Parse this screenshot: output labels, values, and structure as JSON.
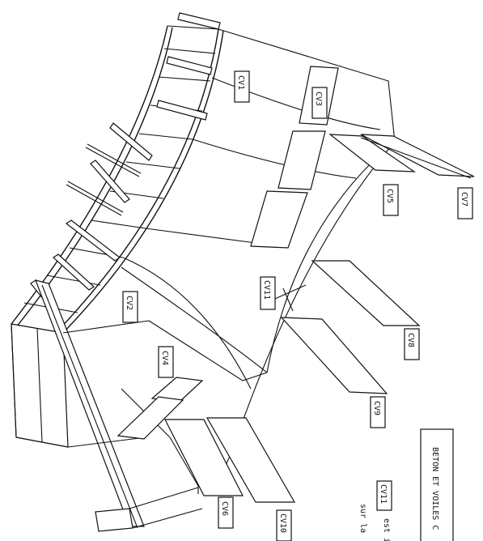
{
  "labels": {
    "cv1": "CV1",
    "cv2": "CV2",
    "cv3": "CV3",
    "cv4": "CV4",
    "cv5": "CV5",
    "cv6": "CV6",
    "cv7": "CV7",
    "cv8": "CV8",
    "cv9": "CV9",
    "cv10": "CV10",
    "cv11": "CV11"
  },
  "legend": {
    "title": "BETON ET VOILES C",
    "key": "CV11",
    "line1_suffix": "est i",
    "line2": "sur la"
  }
}
